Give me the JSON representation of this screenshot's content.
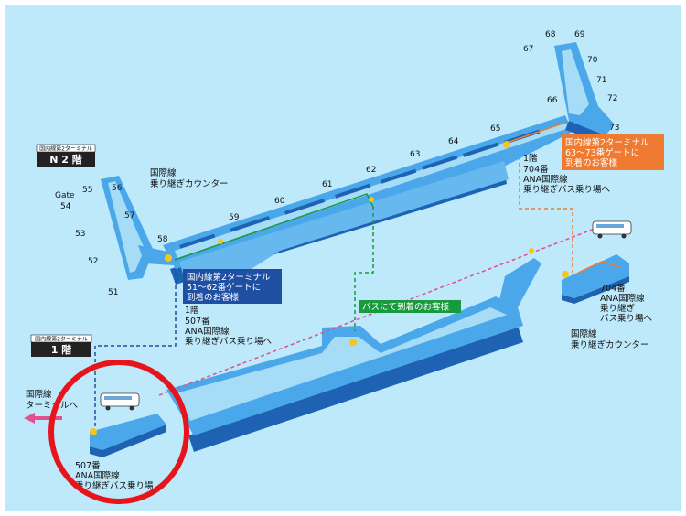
{
  "floors": {
    "n2": {
      "caption": "国内線第2ターミナル",
      "label": "N 2 階"
    },
    "f1": {
      "caption": "国内線第2ターミナル",
      "label": "1 階"
    }
  },
  "gate_word": "Gate",
  "gates": [
    "51",
    "52",
    "53",
    "54",
    "55",
    "56",
    "57",
    "58",
    "59",
    "60",
    "61",
    "62",
    "63",
    "64",
    "65",
    "66",
    "67",
    "68",
    "69",
    "70",
    "71",
    "72",
    "73"
  ],
  "labels": {
    "intl_counter_top": [
      "国際線",
      "乗り継ぎカウンター"
    ],
    "intl_counter_right": [
      "国際線",
      "乗り継ぎカウンター"
    ],
    "stop704_top": [
      "1階",
      "704番",
      "ANA国際線",
      "乗り継ぎバス乗り場へ"
    ],
    "stop704_right": [
      "704番",
      "ANA国際線",
      "乗り継ぎ",
      "バス乗り場へ"
    ],
    "stop507_mid": [
      "1階",
      "507番",
      "ANA国際線",
      "乗り継ぎバス乗り場へ"
    ],
    "stop507_bottom": [
      "507番",
      "ANA国際線",
      "乗り継ぎバス乗り場"
    ],
    "intl_terminal": [
      "国際線",
      "ターミナルへ"
    ]
  },
  "info_boxes": {
    "blue": [
      "国内線第2ターミナル",
      "51～62番ゲートに",
      "到着のお客様"
    ],
    "orange": [
      "国内線第2ターミナル",
      "63～73番ゲートに",
      "到着のお客様"
    ],
    "green": "バスにて到着のお客様"
  },
  "colors": {
    "background": "#bde9fb",
    "building": "#4aa8ea",
    "building_dark": "#1e63b3",
    "blue_box": "#1f4fa3",
    "orange_box": "#ef7b32",
    "green_box": "#1a9a3f",
    "highlight_circle": "#e8141c",
    "arrow": "#e2508f"
  }
}
